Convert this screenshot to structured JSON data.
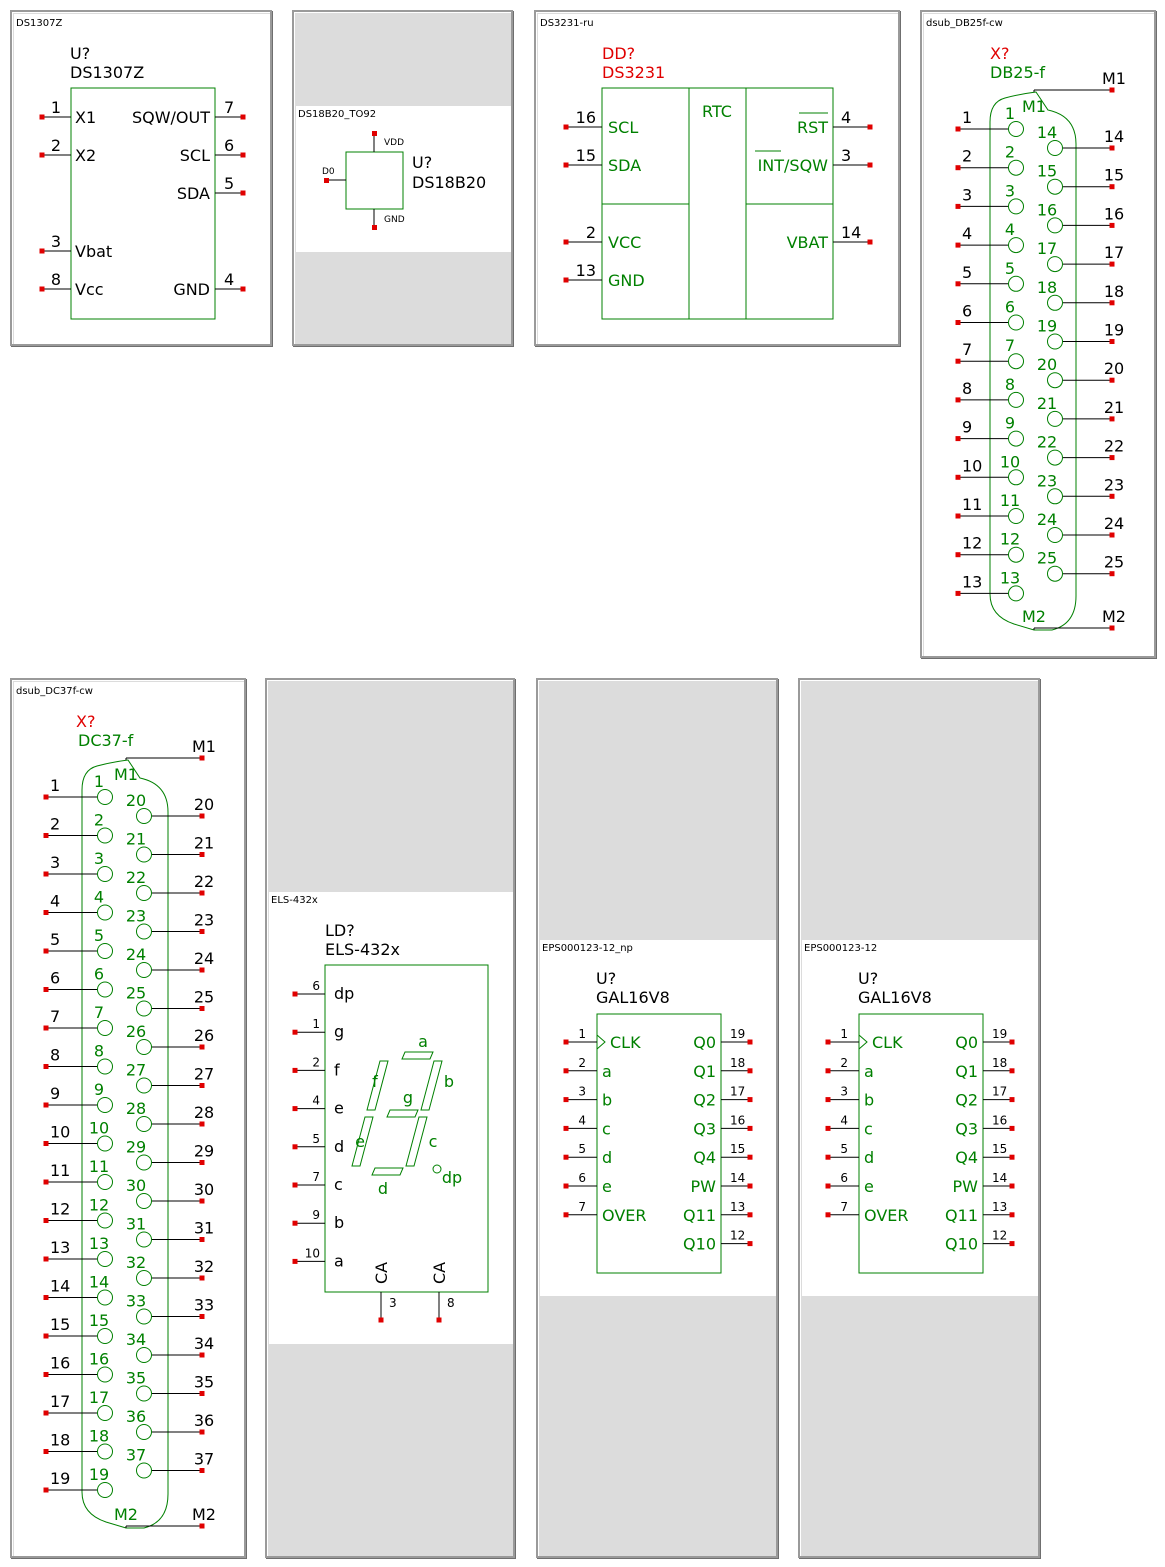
{
  "colors": {
    "outline": "#008000",
    "pin_end": "#e00000",
    "pin_line": "#000000",
    "designator_red": "#e00000"
  },
  "panels": {
    "ds1307z": {
      "title": "DS1307Z",
      "ref": "U?",
      "value": "DS1307Z",
      "pins_left": [
        {
          "num": "1",
          "name": "X1"
        },
        {
          "num": "2",
          "name": "X2"
        },
        {
          "num": "3",
          "name": "Vbat"
        },
        {
          "num": "8",
          "name": "Vcc"
        }
      ],
      "pins_right": [
        {
          "num": "7",
          "name": "SQW/OUT"
        },
        {
          "num": "6",
          "name": "SCL"
        },
        {
          "num": "5",
          "name": "SDA"
        },
        {
          "num": "4",
          "name": "GND"
        }
      ]
    },
    "ds18b20": {
      "title": "DS18B20_TO92",
      "ref": "U?",
      "value": "DS18B20",
      "pin_vdd": "VDD",
      "pin_gnd": "GND",
      "pin_d0": "D0"
    },
    "ds3231": {
      "title": "DS3231-ru",
      "ref": "DD?",
      "value": "DS3231",
      "center": "RTC",
      "pins_left": [
        {
          "num": "16",
          "name": "SCL"
        },
        {
          "num": "15",
          "name": "SDA"
        },
        {
          "num": "2",
          "name": "VCC"
        },
        {
          "num": "13",
          "name": "GND"
        }
      ],
      "pins_right": [
        {
          "num": "4",
          "name": "RST"
        },
        {
          "num": "3",
          "name": "INT/SQW"
        },
        {
          "num": "14",
          "name": "VBAT"
        }
      ]
    },
    "db25": {
      "title": "dsub_DB25f-cw",
      "ref": "X?",
      "value": "DB25-f",
      "mount_top": "M1",
      "mount_bottom": "M2",
      "inner_top": "M1",
      "inner_bottom": "M2",
      "left_pins": [
        "1",
        "2",
        "3",
        "4",
        "5",
        "6",
        "7",
        "8",
        "9",
        "10",
        "11",
        "12",
        "13"
      ],
      "right_pins": [
        "14",
        "15",
        "16",
        "17",
        "18",
        "19",
        "20",
        "21",
        "22",
        "23",
        "24",
        "25"
      ]
    },
    "dc37": {
      "title": "dsub_DC37f-cw",
      "ref": "X?",
      "value": "DC37-f",
      "mount_top": "M1",
      "mount_bottom": "M2",
      "inner_top": "M1",
      "inner_bottom": "M2",
      "left_pins": [
        "1",
        "2",
        "3",
        "4",
        "5",
        "6",
        "7",
        "8",
        "9",
        "10",
        "11",
        "12",
        "13",
        "14",
        "15",
        "16",
        "17",
        "18",
        "19"
      ],
      "right_pins": [
        "20",
        "21",
        "22",
        "23",
        "24",
        "25",
        "26",
        "27",
        "28",
        "29",
        "30",
        "31",
        "32",
        "33",
        "34",
        "35",
        "36",
        "37"
      ]
    },
    "els432": {
      "title": "ELS-432x",
      "ref": "LD?",
      "value": "ELS-432x",
      "pins_left": [
        {
          "num": "6",
          "name": "dp"
        },
        {
          "num": "1",
          "name": "g"
        },
        {
          "num": "2",
          "name": "f"
        },
        {
          "num": "4",
          "name": "e"
        },
        {
          "num": "5",
          "name": "d"
        },
        {
          "num": "7",
          "name": "c"
        },
        {
          "num": "9",
          "name": "b"
        },
        {
          "num": "10",
          "name": "a"
        }
      ],
      "pins_bottom": [
        {
          "num": "3",
          "name": "CA"
        },
        {
          "num": "8",
          "name": "CA"
        }
      ],
      "segments": {
        "a": "a",
        "b": "b",
        "c": "c",
        "d": "d",
        "e": "e",
        "f": "f",
        "g": "g",
        "dp": "dp"
      }
    },
    "gal_np": {
      "title": "EPS000123-12_np",
      "ref": "U?",
      "value": "GAL16V8",
      "pins_left": [
        {
          "num": "1",
          "name": "CLK"
        },
        {
          "num": "2",
          "name": "a"
        },
        {
          "num": "3",
          "name": "b"
        },
        {
          "num": "4",
          "name": "c"
        },
        {
          "num": "5",
          "name": "d"
        },
        {
          "num": "6",
          "name": "e"
        },
        {
          "num": "7",
          "name": "OVER"
        }
      ],
      "pins_right": [
        {
          "num": "19",
          "name": "Q0"
        },
        {
          "num": "18",
          "name": "Q1"
        },
        {
          "num": "17",
          "name": "Q2"
        },
        {
          "num": "16",
          "name": "Q3"
        },
        {
          "num": "15",
          "name": "Q4"
        },
        {
          "num": "14",
          "name": "PW"
        },
        {
          "num": "13",
          "name": "Q11"
        },
        {
          "num": "12",
          "name": "Q10"
        }
      ]
    },
    "gal": {
      "title": "EPS000123-12",
      "ref": "U?",
      "value": "GAL16V8",
      "pins_left": [
        {
          "num": "1",
          "name": "CLK"
        },
        {
          "num": "2",
          "name": "a"
        },
        {
          "num": "3",
          "name": "b"
        },
        {
          "num": "4",
          "name": "c"
        },
        {
          "num": "5",
          "name": "d"
        },
        {
          "num": "6",
          "name": "e"
        },
        {
          "num": "7",
          "name": "OVER"
        }
      ],
      "pins_right": [
        {
          "num": "19",
          "name": "Q0"
        },
        {
          "num": "18",
          "name": "Q1"
        },
        {
          "num": "17",
          "name": "Q2"
        },
        {
          "num": "16",
          "name": "Q3"
        },
        {
          "num": "15",
          "name": "Q4"
        },
        {
          "num": "14",
          "name": "PW"
        },
        {
          "num": "13",
          "name": "Q11"
        },
        {
          "num": "12",
          "name": "Q10"
        }
      ]
    }
  }
}
